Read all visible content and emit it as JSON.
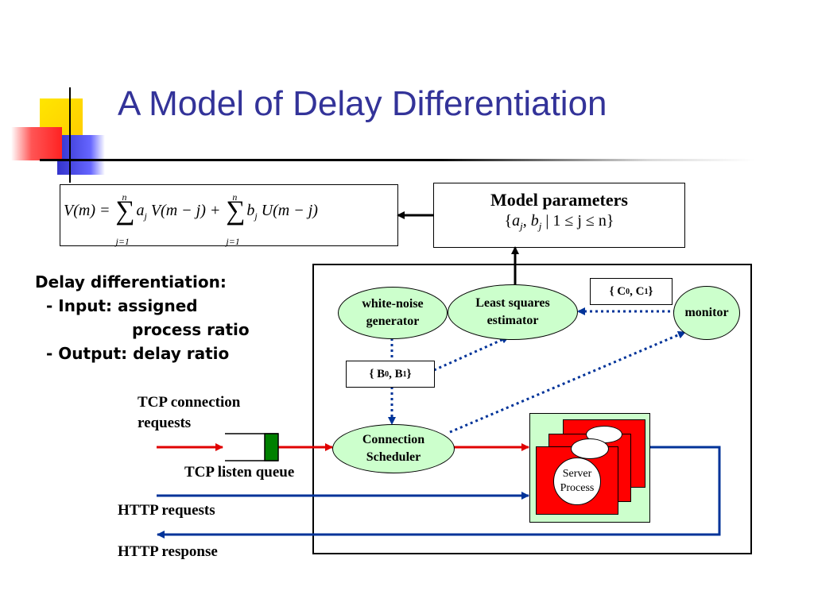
{
  "slide": {
    "title": "A Model of Delay Differentiation",
    "colors": {
      "title": "#333399",
      "node_fill": "#ccffcc",
      "server_fill": "#ff0000",
      "queue_fill": "#008000",
      "red_arrow": "#e00000",
      "blue_arrow": "#003399",
      "yellow": "#ffd700",
      "pink": "#ff3333"
    }
  },
  "equation": {
    "lhs": "V(m) =",
    "term1_coef": "a",
    "term1_sub": "j",
    "term1_fn": "V(m − j) +",
    "term2_coef": "b",
    "term2_sub": "j",
    "term2_fn": "U(m − j)",
    "sum_upper": "n",
    "sum_lower": "j=1"
  },
  "model_params": {
    "title": "Model parameters",
    "set_text": "{a, b | 1 ≤ j ≤ n}",
    "set_open": "{",
    "a": "a",
    "a_sub": "j",
    "comma": ",",
    "b": "b",
    "b_sub": "j",
    "condition": " | 1 ≤ j ≤ n",
    "set_close": "}"
  },
  "bullets": {
    "heading": "Delay differentiation:",
    "line1": "- Input: assigned",
    "line2": "process ratio",
    "line3": "- Output: delay ratio"
  },
  "nodes": {
    "white_noise": "white-noise generator",
    "white_noise_l1": "white-noise",
    "white_noise_l2": "generator",
    "least_squares": "Least squares estimator",
    "least_squares_l1": "Least squares",
    "least_squares_l2": "estimator",
    "monitor": "monitor",
    "scheduler_l1": "Connection",
    "scheduler_l2": "Scheduler",
    "server_l1": "Server",
    "server_l2": "Process"
  },
  "sets": {
    "c_open": "{ C",
    "c0": "0",
    "c_mid": ", C",
    "c1": "1",
    "c_close": " }",
    "b_open": "{ B",
    "b0": "0",
    "b_mid": ", B",
    "b1": "1",
    "b_close": " }"
  },
  "labels": {
    "tcp_requests_l1": "TCP connection",
    "tcp_requests_l2": "requests",
    "listen_queue": "TCP listen queue",
    "http_requests": "HTTP requests",
    "http_response": "HTTP response"
  }
}
